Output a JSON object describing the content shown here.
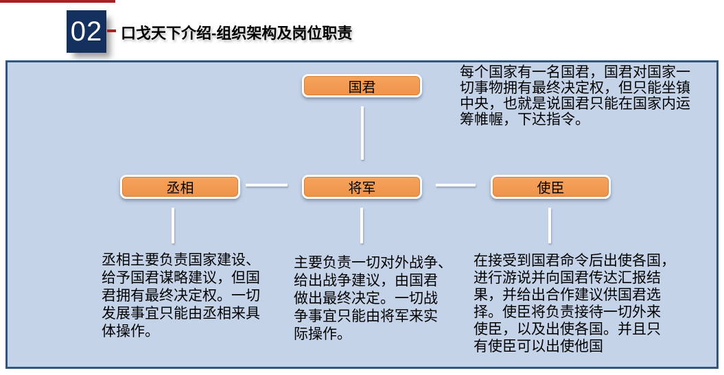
{
  "slide": {
    "section_number": "02",
    "title": "口戈天下介绍-组织架构及岗位职责"
  },
  "colors": {
    "accent_red": "#A92123",
    "section_box_navy": "#14305E",
    "panel_background": "#C5D3E8",
    "panel_border": "#31567E",
    "node_fill_orange": "#F2984B",
    "node_border": "#FFFFFF"
  },
  "org_chart": {
    "root": {
      "label": "国君",
      "description": "每个国家有一名国君，国君对国家一\n切事物拥有最终决定权，但只能坐镇\n中央，也就是说国君只能在国家内运\n筹帷幄，下达指令。"
    },
    "children": [
      {
        "label": "丞相",
        "description": "丞相主要负责国家建设、\n给予国君谋略建议，但国\n君拥有最终决定权。一切\n发展事宜只能由丞相来具\n体操作。"
      },
      {
        "label": "将军",
        "description": "主要负责一切对外战争、\n给出战争建议，由国君\n做出最终决定。一切战\n争事宜只能由将军来实\n际操作。"
      },
      {
        "label": "使臣",
        "description": "在接受到国君命令后出使各国，\n进行游说并向国君传达汇报结\n果，并给出合作建议供国君选\n择。使臣将负责接待一切外来\n使臣，以及出使各国。并且只\n有使臣可以出使他国"
      }
    ]
  }
}
